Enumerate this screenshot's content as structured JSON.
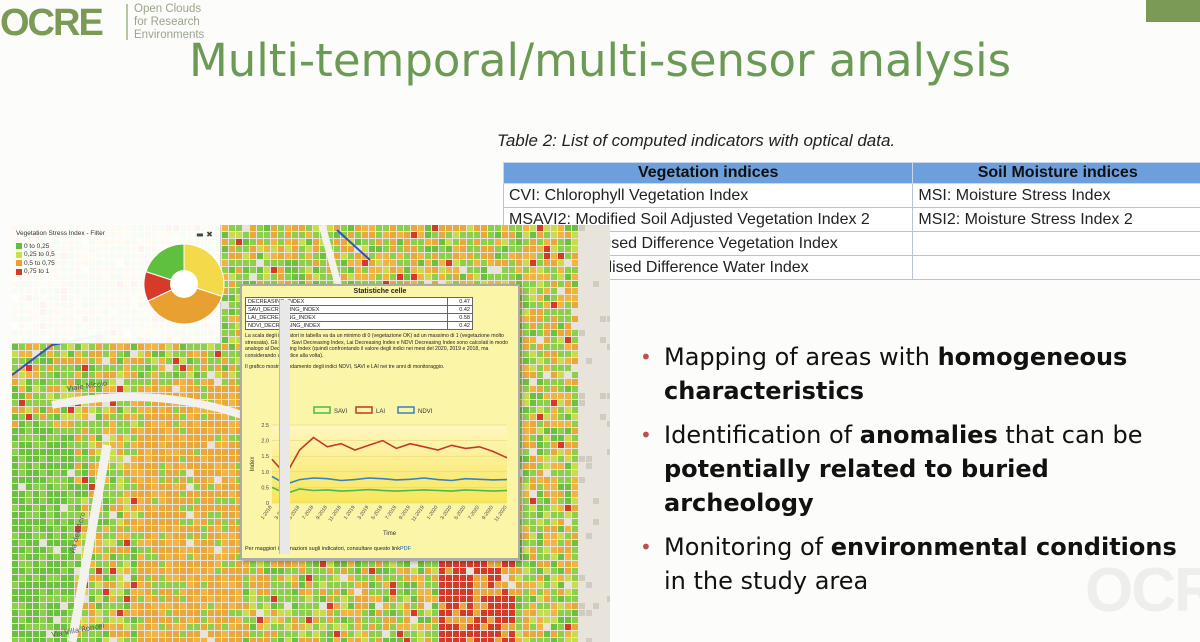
{
  "logo": {
    "wordmark": "OCRE",
    "subtitle_line1": "Open Clouds",
    "subtitle_line2": "for Research",
    "subtitle_line3": "Environments"
  },
  "title": "Multi-temporal/multi-sensor analysis",
  "table": {
    "caption": "Table 2: List of computed indicators with optical data.",
    "headers": [
      "Vegetation indices",
      "Soil Moisture indices"
    ],
    "rows": [
      [
        "CVI: Chlorophyll Vegetation Index",
        "MSI: Moisture Stress Index"
      ],
      [
        "MSAVI2: Modified Soil Adjusted Vegetation Index 2",
        "MSI2: Moisture Stress Index 2"
      ],
      [
        "NDVI: Normalised Difference Vegetation Index",
        ""
      ],
      [
        "NDWI: Normalised Difference Water Index",
        ""
      ]
    ]
  },
  "legend": {
    "title": "Vegetation Stress Index - Filter",
    "items": [
      {
        "label": "0 to 0,25",
        "color": "#5fbf3f"
      },
      {
        "label": "0,25 to 0,5",
        "color": "#c8e04a"
      },
      {
        "label": "0,5 to 0,75",
        "color": "#f0a030"
      },
      {
        "label": "0,75 to 1",
        "color": "#d83a2a"
      }
    ],
    "pie": [
      {
        "value": 0.3,
        "color": "#f4d94a"
      },
      {
        "value": 0.38,
        "color": "#e8a030"
      },
      {
        "value": 0.12,
        "color": "#d83a2a"
      },
      {
        "value": 0.2,
        "color": "#5fbf3f"
      }
    ]
  },
  "popup": {
    "title": "Statistiche celle",
    "rows": [
      [
        "DECREASING_INDEX",
        "0.47"
      ],
      [
        "SAVI_DECREASING_INDEX",
        "0.42"
      ],
      [
        "LAI_DECREASING_INDEX",
        "0.58"
      ],
      [
        "NDVI_DECREASING_INDEX",
        "0.42"
      ]
    ],
    "description": "La scala degli indicatori in tabella va da un minimo di 0 (vegetazione OK) ad un massimo di 1 (vegetazione molto stressata). Gli indici Savi Decreasing Index, Lai Decreasing Index e NDVI Decreasing Index sono calcolati in modo analogo al Decreasing Index (quindi confrontando il valore degli indici nei mesi del 2020, 2019 e 2018, ma considerando un indice alla volta).",
    "graph_description": "Il grafico mostra l'andamento degli indici NDVI, SAVI e LAI nei tre anni di monitoraggio.",
    "more_info": "Per maggiori informazioni sugli indicatori, consultare questo link",
    "more_link": "PDF"
  },
  "chart_data": {
    "type": "line",
    "xlabel": "Time",
    "ylabel": "Index",
    "ylim": [
      0,
      2.5
    ],
    "yticks": [
      0,
      0.5,
      1.0,
      1.5,
      2.0,
      2.5
    ],
    "x": [
      "1-2018",
      "3-2018",
      "5-2018",
      "7-2018",
      "9-2018",
      "11-2018",
      "1-2019",
      "3-2019",
      "5-2019",
      "7-2019",
      "9-2019",
      "11-2019",
      "1-2020",
      "3-2020",
      "5-2020",
      "7-2020",
      "9-2020",
      "11-2020"
    ],
    "series": [
      {
        "name": "SAVI",
        "color": "#4db84d",
        "values": [
          0.5,
          0.3,
          0.45,
          0.4,
          0.42,
          0.38,
          0.4,
          0.43,
          0.4,
          0.38,
          0.4,
          0.42,
          0.4,
          0.38,
          0.42,
          0.4,
          0.38,
          0.4
        ]
      },
      {
        "name": "LAI",
        "color": "#c03a2b",
        "values": [
          1.4,
          0.9,
          1.7,
          2.1,
          1.8,
          1.9,
          1.7,
          1.85,
          2.0,
          1.75,
          1.9,
          1.8,
          1.7,
          1.85,
          1.75,
          1.8,
          1.65,
          1.45
        ]
      },
      {
        "name": "NDVI",
        "color": "#3a80c0",
        "values": [
          0.85,
          0.6,
          0.75,
          0.8,
          0.78,
          0.72,
          0.75,
          0.8,
          0.78,
          0.74,
          0.76,
          0.8,
          0.75,
          0.72,
          0.78,
          0.76,
          0.74,
          0.75
        ]
      }
    ]
  },
  "bullets": [
    {
      "pre": "Mapping of areas with ",
      "bold": "homogeneous characteristics",
      "post": ""
    },
    {
      "pre": "Identification of ",
      "bold": "anomalies",
      "mid": " that can be ",
      "bold2": "potentially related to buried archeology",
      "post": ""
    },
    {
      "pre": "Monitoring of ",
      "bold": "environmental conditions",
      "post": " in the study area"
    }
  ],
  "map_labels": [
    "Viale Nicolo",
    "Via dell'Aero",
    "Via Villa Roncei"
  ],
  "colors": {
    "title_green": "#6b9a55",
    "table_header": "#6d9fdc",
    "bullet_dot": "#c0504d"
  }
}
